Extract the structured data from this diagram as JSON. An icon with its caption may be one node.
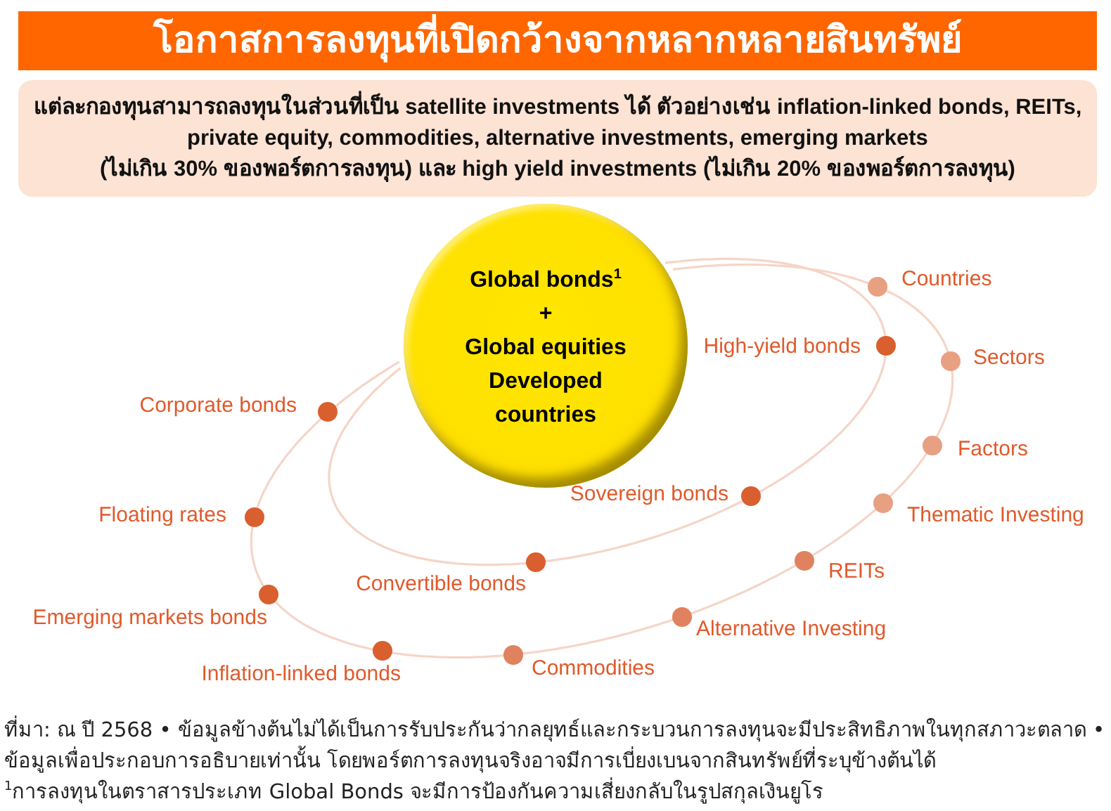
{
  "diagram": {
    "title": "โอกาสการลงทุนที่เปิดกว้างจากหลากหลายสินทรัพย์",
    "nodes": [
      {
        "text": [
          "แต่ละกองทุนสามารถลงทุนในส่วนที่เป็น satellite investments ได้ ตัวอย่างเช่น inflation-linked bonds, REITs, private equity, commodities, alternative investments, emerging markets (ไม่เกิน 30% ของพอร์ตการลงทุน) และ high yield investments (ไม่เกิน 20% ของพอร์ตการลงทุน)"
        ]
      },
      {
        "text": [
          "Global bonds$^{1}$ + Global equities Developed countries"
        ]
      }
    ],
    "labels": [
      "Countries",
      "High-yield bonds",
      "Sectors",
      "Corporate bonds",
      "Factors",
      "Sovereign bonds",
      "Floating rates",
      "Thematic Investing",
      "REITs",
      "Convertible bonds",
      "Emerging markets bonds",
      "Alternative Investing",
      "Inflation-linked bonds",
      "Commodities",
      "ที่มา: ณ ปี 2568 • ข้อมูลข้างต้นไม่ได้เป็นการรับประกันว่ากลยุทธ์และกระบวนการลงทุนจะมีประสิทธิภาพในทุกสภาวะตลาด • ข้อมูลเพื่อประกอบการอธิบายเท่านั้น โดยพอร์ตการลงทุนจริงอาจมีการเบี่ยงเบนจากสินทรัพย์ที่ระบุข้างต้นได้",
      "$^{1}$การลงทุนในตราสารประเภท Global Bonds จะมีการป้องกันความเสี่ยงกลับในรูปสกุลเงินยูโร"
    ]
  }
}
